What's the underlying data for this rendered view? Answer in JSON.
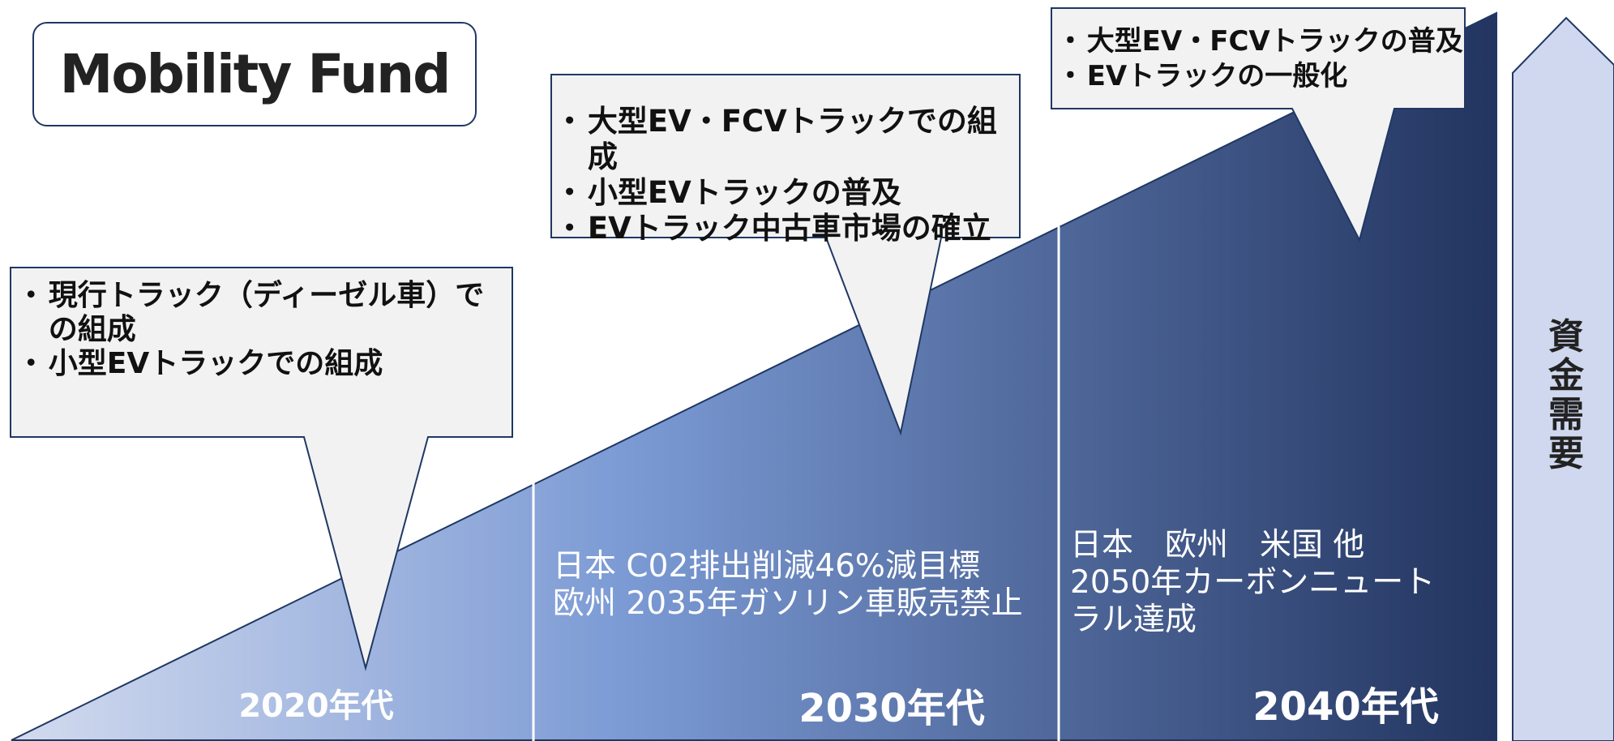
{
  "logo": {
    "text": "Mobility Fund"
  },
  "eras": [
    {
      "label": "2020年代",
      "milestones": [
        "現行トラック（ディーゼル車）での組成",
        "小型EVトラックでの組成"
      ],
      "policy": []
    },
    {
      "label": "2030年代",
      "milestones": [
        "大型EV・FCVトラックでの組成",
        "小型EVトラックの普及",
        "EVトラック中古車市場の確立"
      ],
      "policy": [
        "日本 C02排出削減46%減目標",
        "欧州 2035年ガソリン車販売禁止"
      ]
    },
    {
      "label": "2040年代",
      "milestones": [
        "大型EV・FCVトラックの普及",
        "EVトラックの一般化"
      ],
      "policy": [
        "日本　欧州　米国 他",
        "2050年カーボンニュートラル達成"
      ]
    }
  ],
  "demand_axis": {
    "label": "資金需要"
  },
  "colors": {
    "triangle_light": "#d4dcef",
    "triangle_mid": "#7b9ad4",
    "triangle_dark": "#22345f",
    "outline": "#1f3864",
    "callout_fill": "#f2f2f2",
    "arrow_fill": "#d0d8ef"
  }
}
